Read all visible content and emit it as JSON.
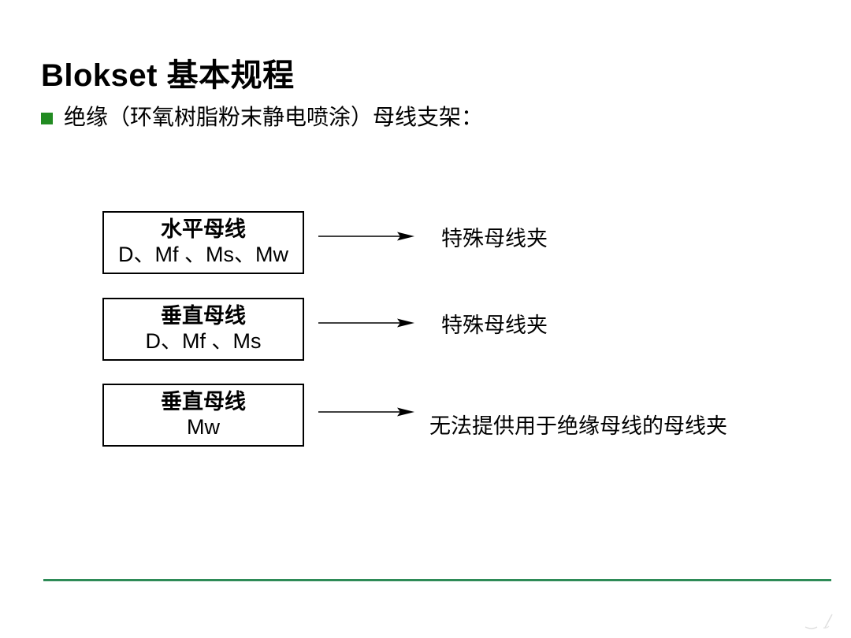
{
  "title": "Blokset 基本规程",
  "bullet": {
    "text": "绝缘（环氧树脂粉末静电喷涂）母线支架："
  },
  "diagram": {
    "rows": [
      {
        "box_line1": "水平母线",
        "box_line2": "D、Mf 、Ms、Mw",
        "label": "特殊母线夹"
      },
      {
        "box_line1": "垂直母线",
        "box_line2": "D、Mf 、Ms",
        "label": "特殊母线夹"
      },
      {
        "box_line1": "垂直母线",
        "box_line2": "Mw",
        "label": "无法提供用于绝缘母线的母线夹"
      }
    ]
  },
  "icons": {
    "bullet": "green-square-bullet",
    "row_arrow": "arrow-right-icon",
    "footer_mark": "faint-smudge-mark"
  },
  "colors": {
    "bullet_green": "#228B22",
    "rule_green": "#2E8B57",
    "box_border": "#000000",
    "text": "#000000"
  }
}
